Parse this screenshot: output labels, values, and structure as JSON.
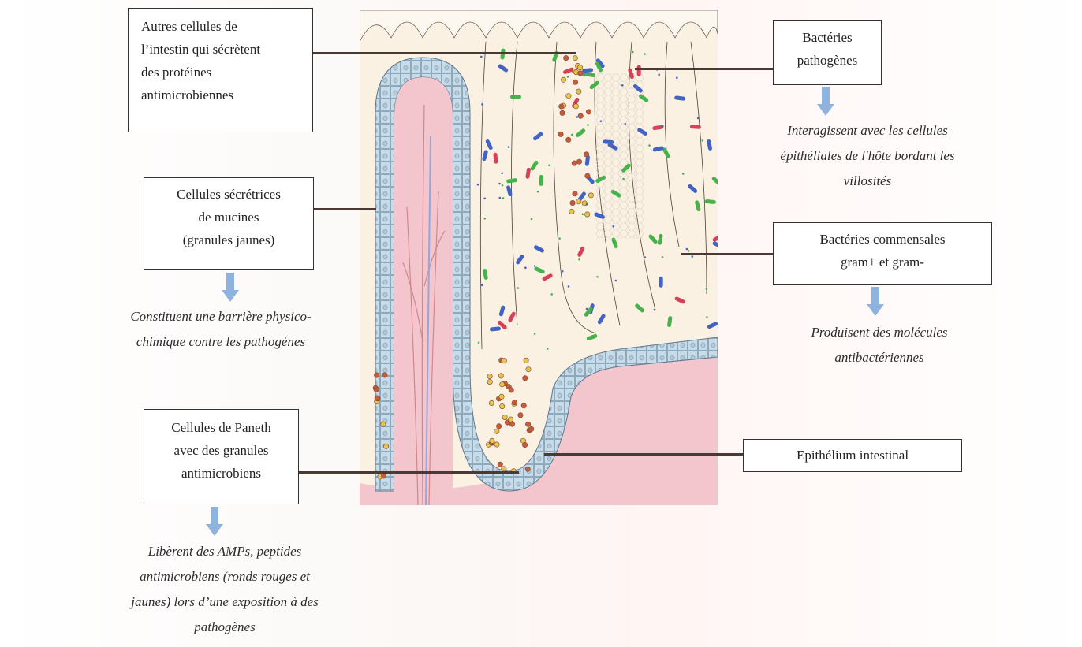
{
  "labels": {
    "autres_cellules": [
      "Autres cellules de",
      "l’intestin qui sécrètent",
      "des protéines",
      "antimicrobiennes"
    ],
    "mucines": [
      "Cellules sécrétrices",
      "de mucines",
      "(granules jaunes)"
    ],
    "paneth": [
      "Cellules de Paneth",
      "avec des granules",
      "antimicrobiens"
    ],
    "pathogenes": [
      "Bactéries",
      "pathogènes"
    ],
    "commensales": [
      "Bactéries commensales",
      "gram+ et gram-"
    ],
    "epithelium": [
      "Epithélium intestinal"
    ]
  },
  "notes": {
    "mucines": [
      "Constituent une barrière physico-",
      "chimique contre les pathogènes"
    ],
    "paneth": [
      "Libèrent des AMPs, peptides",
      "antimicrobiens (ronds rouges et",
      "jaunes) lors d’une exposition à des",
      "pathogènes"
    ],
    "pathogenes": [
      "Interagissent avec les cellules",
      "épithéliales de l'hôte bordant les",
      "villosités"
    ],
    "commensales": [
      "Produisent des molécules",
      "antibactériennes"
    ]
  },
  "colors": {
    "tissue_pink": "#f2c6cc",
    "epithelium_blue": "#c7dbe8",
    "mucus_cream": "#fbf1e2",
    "arrow_blue": "#8fb3df",
    "commensal_blue": "#4262c4",
    "commensal_green": "#46b24a",
    "pathogen_red": "#d8405a",
    "granule_yellow": "#e7c24c"
  }
}
